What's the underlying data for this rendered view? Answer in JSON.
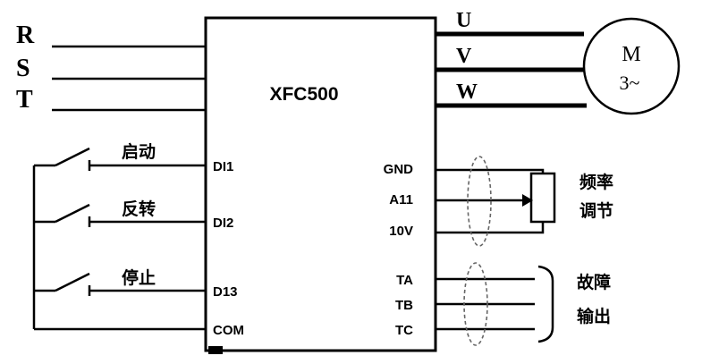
{
  "device": {
    "model": "XFC500"
  },
  "power_inputs": [
    {
      "label": "R"
    },
    {
      "label": "S"
    },
    {
      "label": "T"
    }
  ],
  "power_outputs": [
    {
      "label": "U"
    },
    {
      "label": "V"
    },
    {
      "label": "W"
    }
  ],
  "motor": {
    "line1": "M",
    "line2": "3~"
  },
  "digital_inputs": [
    {
      "terminal": "DI1",
      "function": "启动"
    },
    {
      "terminal": "DI2",
      "function": "反转"
    },
    {
      "terminal": "D13",
      "function": "停止"
    },
    {
      "terminal": "COM",
      "function": ""
    }
  ],
  "analog_terminals": [
    {
      "label": "GND"
    },
    {
      "label": "A11"
    },
    {
      "label": "10V"
    }
  ],
  "analog_caption": {
    "line1": "频率",
    "line2": "调节"
  },
  "relay_terminals": [
    {
      "label": "TA"
    },
    {
      "label": "TB"
    },
    {
      "label": "TC"
    }
  ],
  "relay_caption": {
    "line1": "故障",
    "line2": "输出"
  },
  "colors": {
    "line": "#000000",
    "shield": "#666666",
    "background": "#ffffff"
  }
}
